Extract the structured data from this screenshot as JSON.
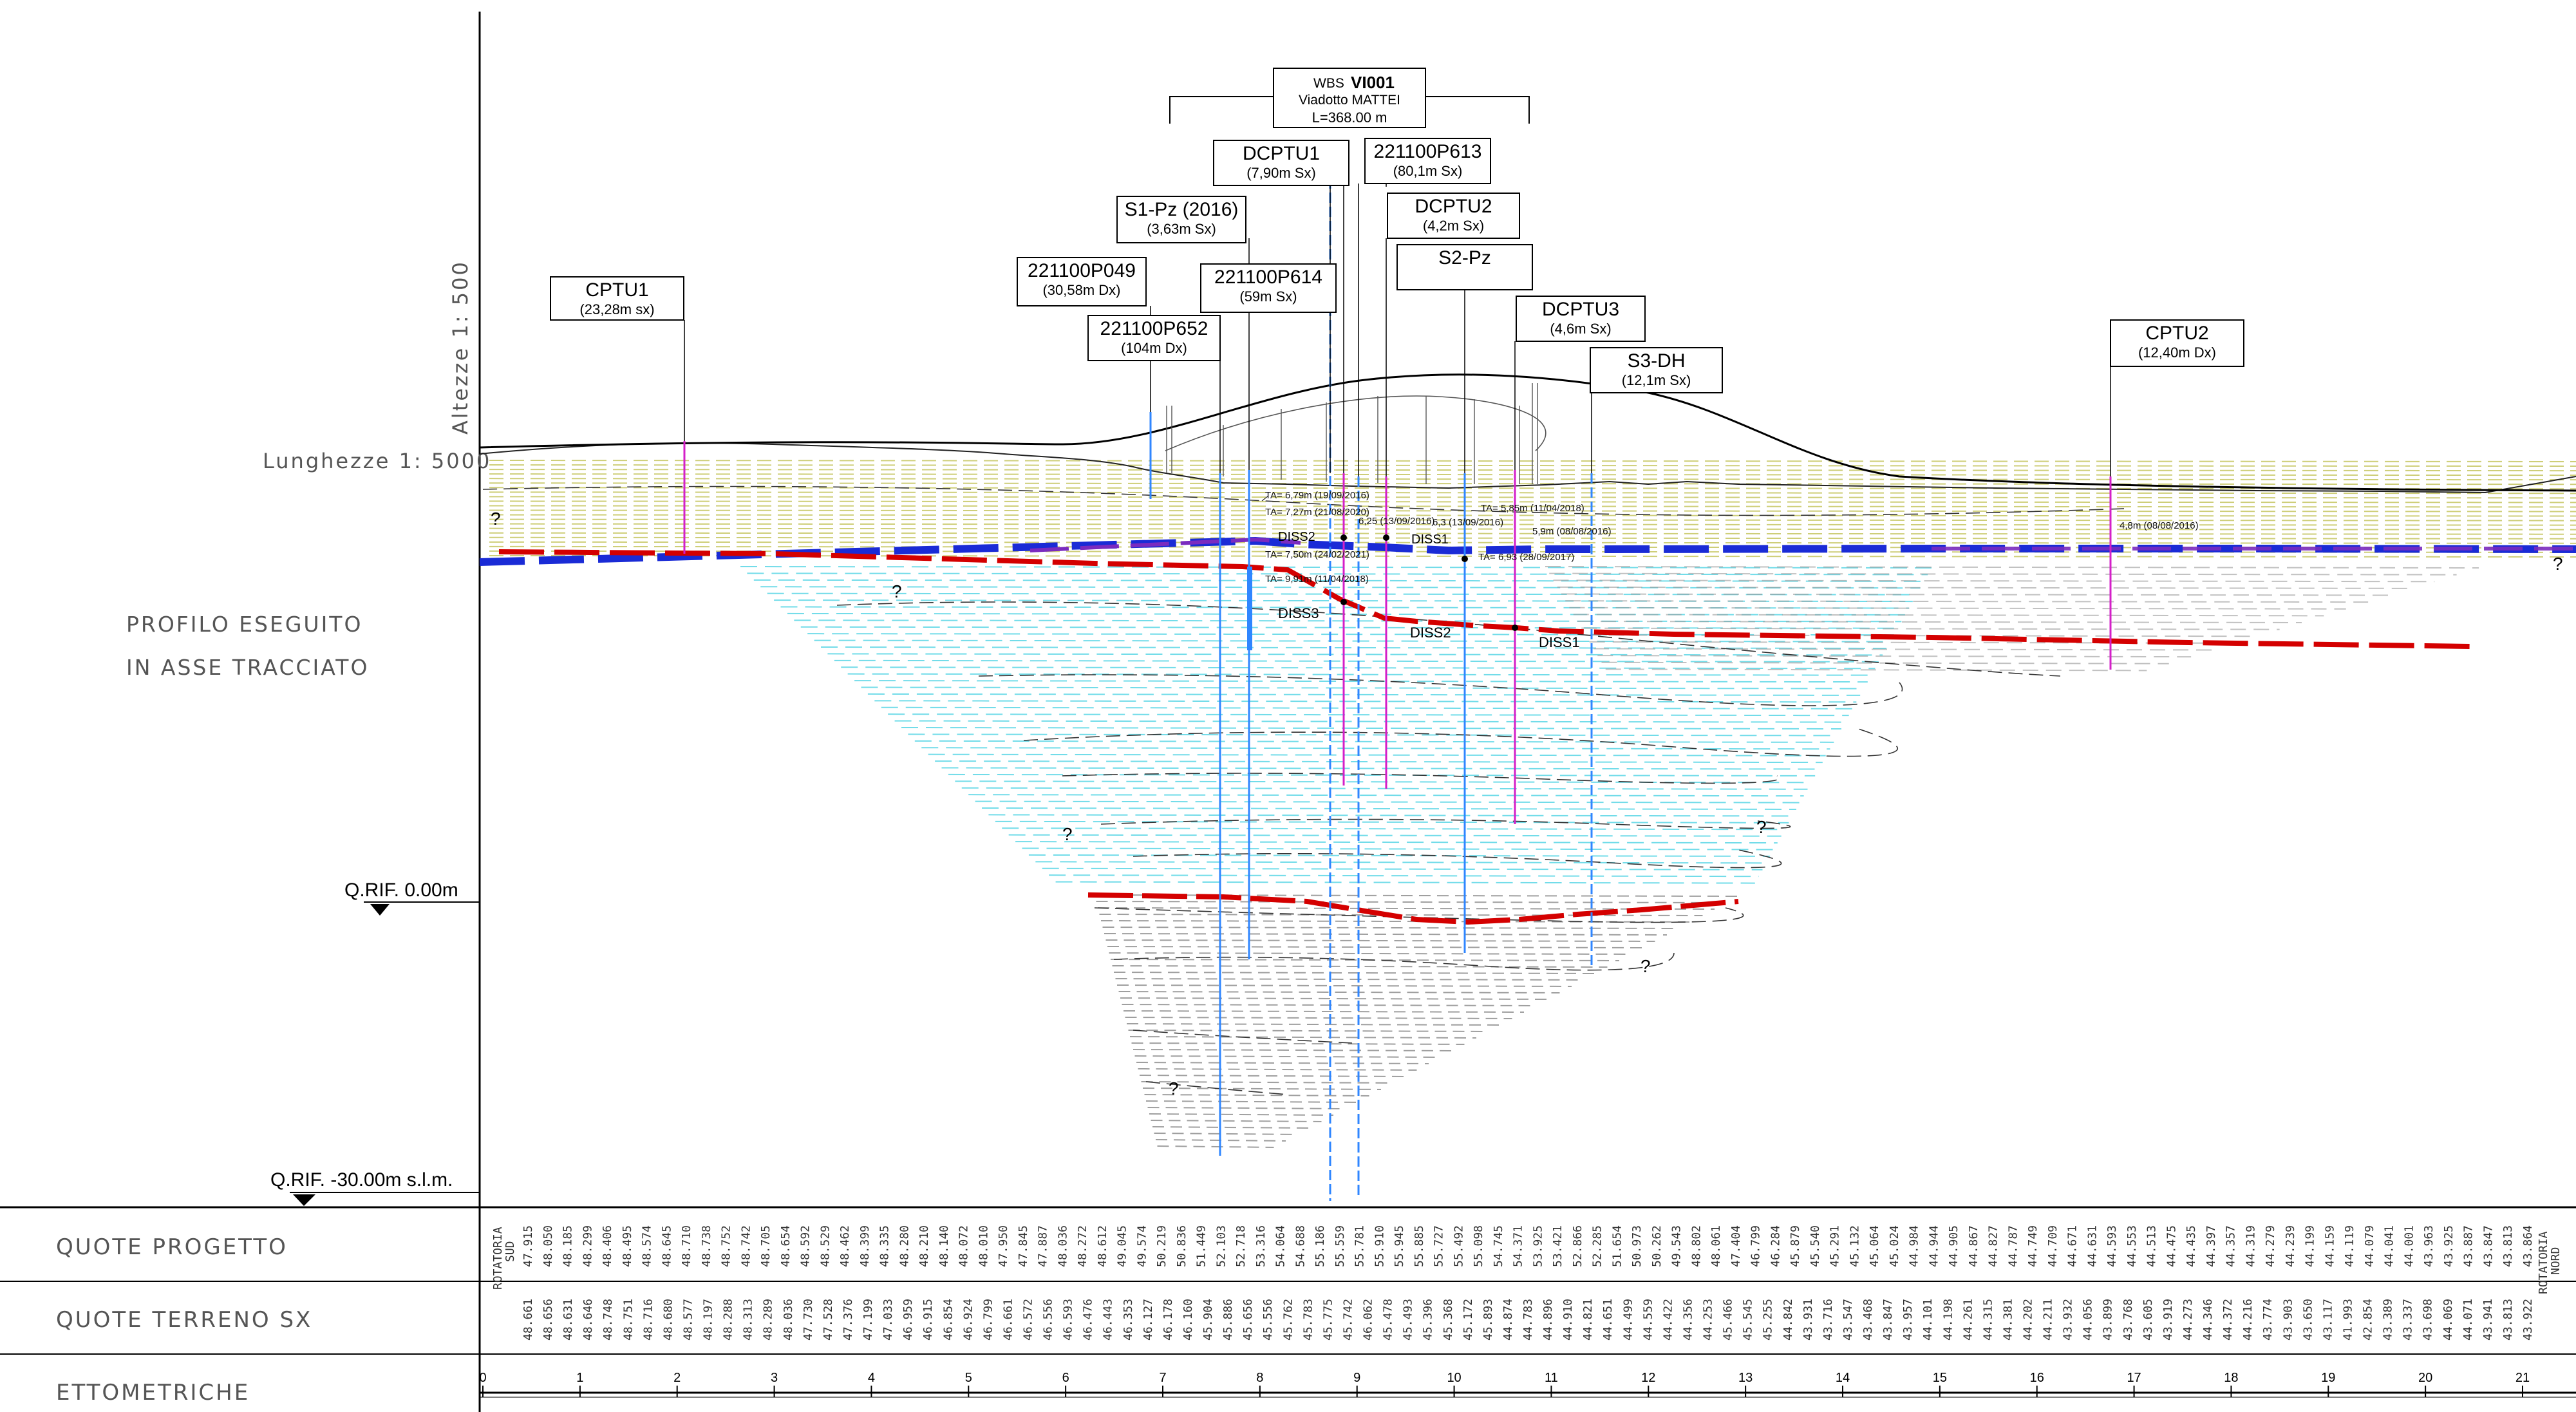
{
  "left_panel": {
    "scale_heights": "Altezze 1: 500",
    "scale_lengths": "Lunghezze 1: 5000",
    "profile_line1": "PROFILO ESEGUITO",
    "profile_line2": "IN ASSE TRACCIATO",
    "qrif_zero": "Q.RIF. 0.00m",
    "qrif_minus": "Q.RIF. -30.00m s.l.m."
  },
  "bottom_table": {
    "row1": "QUOTE PROGETTO",
    "row2": "QUOTE TERRENO SX",
    "row3": "ETTOMETRICHE",
    "rot_sud_1": "ROTATORIA",
    "rot_sud_2": "SUD",
    "rot_nord_1": "ROTATORIA",
    "rot_nord_2": "NORD",
    "progetto_values": [
      "47.915",
      "48.050",
      "48.185",
      "48.299",
      "48.406",
      "48.495",
      "48.574",
      "48.645",
      "48.710",
      "48.738",
      "48.752",
      "48.742",
      "48.705",
      "48.654",
      "48.592",
      "48.529",
      "48.462",
      "48.399",
      "48.335",
      "48.280",
      "48.210",
      "48.140",
      "48.072",
      "48.010",
      "47.950",
      "47.845",
      "47.887",
      "48.036",
      "48.272",
      "48.612",
      "49.045",
      "49.574",
      "50.219",
      "50.836",
      "51.449",
      "52.103",
      "52.718",
      "53.316",
      "54.064",
      "54.688",
      "55.186",
      "55.559",
      "55.781",
      "55.910",
      "55.945",
      "55.885",
      "55.727",
      "55.492",
      "55.098",
      "54.745",
      "54.371",
      "53.925",
      "53.421",
      "52.866",
      "52.285",
      "51.654",
      "50.973",
      "50.262",
      "49.543",
      "48.802",
      "48.061",
      "47.404",
      "46.799",
      "46.284",
      "45.879",
      "45.540",
      "45.291",
      "45.132",
      "45.064",
      "45.024",
      "44.984",
      "44.944",
      "44.905",
      "44.867",
      "44.827",
      "44.787",
      "44.749",
      "44.709",
      "44.671",
      "44.631",
      "44.593",
      "44.553",
      "44.513",
      "44.475",
      "44.435",
      "44.397",
      "44.357",
      "44.319",
      "44.279",
      "44.239",
      "44.199",
      "44.159",
      "44.119",
      "44.079",
      "44.041",
      "44.001",
      "43.963",
      "43.925",
      "43.887",
      "43.847",
      "43.813",
      "43.864"
    ],
    "terreno_values": [
      "48.661",
      "48.656",
      "48.631",
      "48.646",
      "48.748",
      "48.751",
      "48.716",
      "48.680",
      "48.577",
      "48.197",
      "48.288",
      "48.313",
      "48.289",
      "48.036",
      "47.730",
      "47.528",
      "47.376",
      "47.199",
      "47.033",
      "46.959",
      "46.915",
      "46.854",
      "46.924",
      "46.799",
      "46.661",
      "46.572",
      "46.556",
      "46.593",
      "46.476",
      "46.443",
      "46.353",
      "46.127",
      "46.178",
      "46.160",
      "45.904",
      "45.886",
      "45.656",
      "45.556",
      "45.762",
      "45.783",
      "45.775",
      "45.742",
      "46.062",
      "45.478",
      "45.493",
      "45.396",
      "45.368",
      "45.172",
      "45.893",
      "44.874",
      "44.783",
      "44.896",
      "44.910",
      "44.821",
      "44.651",
      "44.499",
      "44.559",
      "44.422",
      "44.356",
      "44.253",
      "45.466",
      "45.545",
      "45.255",
      "44.842",
      "43.931",
      "43.716",
      "43.547",
      "43.468",
      "43.847",
      "43.957",
      "44.101",
      "44.198",
      "44.261",
      "44.315",
      "44.381",
      "44.202",
      "44.211",
      "43.932",
      "44.056",
      "43.899",
      "43.768",
      "43.605",
      "43.919",
      "44.273",
      "44.346",
      "44.372",
      "44.216",
      "43.774",
      "43.903",
      "43.650",
      "43.117",
      "41.993",
      "42.854",
      "43.389",
      "43.337",
      "43.698",
      "44.069",
      "44.071",
      "43.941",
      "43.813",
      "43.922"
    ],
    "ettometriche": [
      "0",
      "1",
      "2",
      "3",
      "4",
      "5",
      "6",
      "7",
      "8",
      "9",
      "10",
      "11",
      "12",
      "13",
      "14",
      "15",
      "16",
      "17",
      "18",
      "19",
      "20",
      "21"
    ]
  },
  "wbs_box": {
    "line1_prefix": "WBS",
    "line1_code": "VI001",
    "line2": "Viadotto MATTEI",
    "line3": "L=368.00 m"
  },
  "boreholes": [
    {
      "id": "bh-cptu1",
      "title": "CPTU1",
      "sub": "(23,28m sx)"
    },
    {
      "id": "bh-p049",
      "title": "221100P049",
      "sub": "(30,58m Dx)"
    },
    {
      "id": "bh-p652",
      "title": "221100P652",
      "sub": "(104m Dx)"
    },
    {
      "id": "bh-s1pz",
      "title": "S1-Pz (2016)",
      "sub": "(3,63m Sx)"
    },
    {
      "id": "bh-p614",
      "title": "221100P614",
      "sub": "(59m Sx)"
    },
    {
      "id": "bh-dcptu1",
      "title": "DCPTU1",
      "sub": "(7,90m Sx)"
    },
    {
      "id": "bh-p613",
      "title": "221100P613",
      "sub": "(80,1m Sx)"
    },
    {
      "id": "bh-dcptu2",
      "title": "DCPTU2",
      "sub": "(4,2m Sx)"
    },
    {
      "id": "bh-s2pz",
      "title": "S2-Pz",
      "sub": ""
    },
    {
      "id": "bh-dcptu3",
      "title": "DCPTU3",
      "sub": "(4,6m Sx)"
    },
    {
      "id": "bh-s3dh",
      "title": "S3-DH",
      "sub": "(12,1m Sx)"
    },
    {
      "id": "bh-cptu2",
      "title": "CPTU2",
      "sub": "(12,40m Dx)"
    }
  ],
  "annotations": {
    "ta1": "TA= 6,79m (19/09/2016)",
    "ta2": "TA= 7,27m (21/08/2020)",
    "ta3": "TA= 7,50m (24/02/2021)",
    "ta4": "TA= 9,91m (11/04/2018)",
    "ta5": "TA= 5,85m (11/04/2018)",
    "ta6": "TA= 6,93 (28/09/2017)",
    "ta7": "5,9m (08/08/2016)",
    "ta8": "4,8m (08/08/2016)",
    "ta9": "6,25 (13/09/2016)",
    "ta10": "6,3 (13/09/2016)",
    "diss_a": "DISS2",
    "diss_b": "DISS1",
    "diss_c": "DISS3",
    "diss_d": "DISS2",
    "diss_e": "DISS1",
    "q": "?"
  },
  "colors": {
    "water_table": "#1a2bd6",
    "water_table_secondary": "#7a2bbf",
    "interface_red": "#d40000",
    "borehole_blue": "#2f86ff",
    "borehole_magenta": "#d41fc8",
    "hatch_yellow": "#c9c96a",
    "hatch_cyan": "#5ad6e6",
    "hatch_grey": "#666666"
  }
}
